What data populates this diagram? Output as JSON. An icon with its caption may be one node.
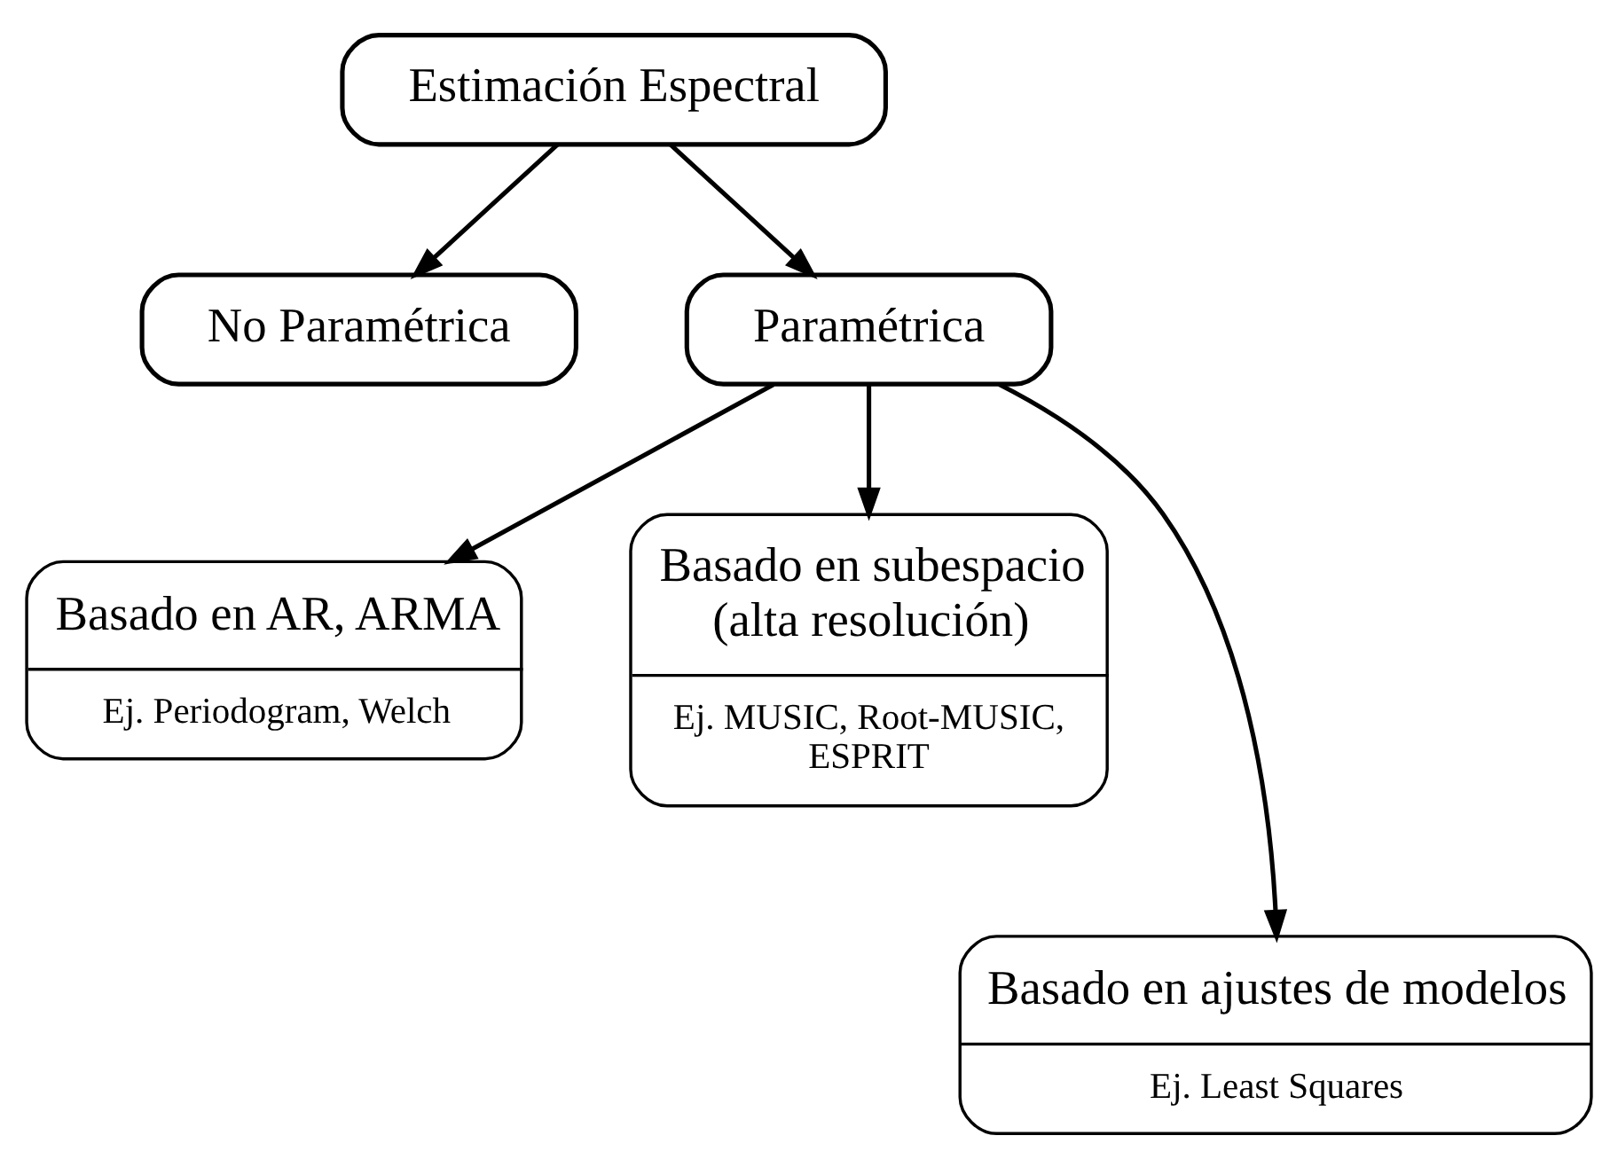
{
  "diagram": {
    "nodes": [
      {
        "text": [
          "Estimación Espectral"
        ]
      },
      {
        "text": [
          "No Paramétrica"
        ]
      },
      {
        "text": [
          "Paramétrica"
        ]
      },
      {
        "text": [
          "Basado en AR, ARMA",
          "Ej. Periodogram, Welch"
        ]
      },
      {
        "text": [
          "Basado en subespacio (alta resolución)",
          "Ej. MUSIC, Root-MUSIC, ESPRIT"
        ]
      },
      {
        "text": [
          "Basado en ajustes de modelos",
          "Ej. Least Squares"
        ]
      }
    ],
    "edges": [
      {
        "from": 0,
        "to": 1,
        "arrow": "to"
      },
      {
        "from": 0,
        "to": 2,
        "arrow": "to"
      },
      {
        "from": 2,
        "to": 3,
        "arrow": "to"
      },
      {
        "from": 2,
        "to": 5,
        "arrow": "to"
      },
      {
        "from": 2,
        "to": 4,
        "arrow": "to"
      }
    ]
  }
}
